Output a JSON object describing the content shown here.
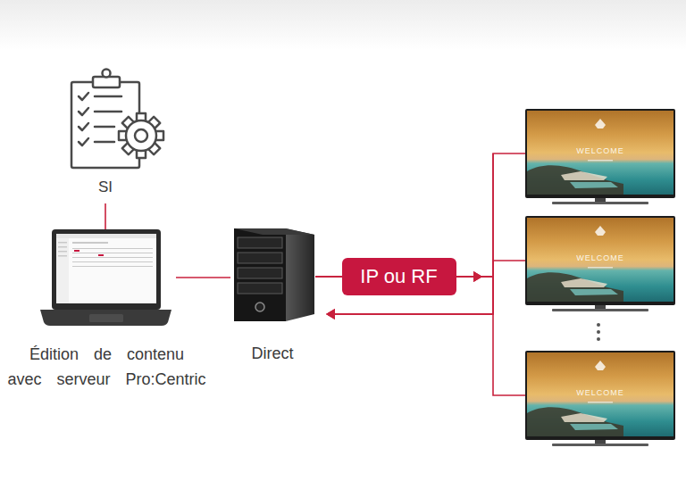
{
  "diagram": {
    "nodes": [
      {
        "text": [
          "SI"
        ]
      },
      {
        "text": [
          "Édition de contenu avec serveur Pro:Centric"
        ]
      },
      {
        "text": [
          "Direct"
        ]
      },
      {
        "text": [
          "WELCOME"
        ]
      },
      {
        "text": [
          "WELCOME"
        ]
      },
      {
        "text": [
          "WELCOME"
        ]
      }
    ],
    "edges": [
      {
        "from": 0,
        "to": 1,
        "arrow": "none"
      },
      {
        "from": 1,
        "to": 2,
        "arrow": "none"
      },
      {
        "from": 2,
        "to": 3,
        "arrow": "both",
        "label": "IP ou RF"
      },
      {
        "from": 2,
        "to": 4,
        "arrow": "both"
      },
      {
        "from": 2,
        "to": 5,
        "arrow": "both"
      }
    ]
  }
}
